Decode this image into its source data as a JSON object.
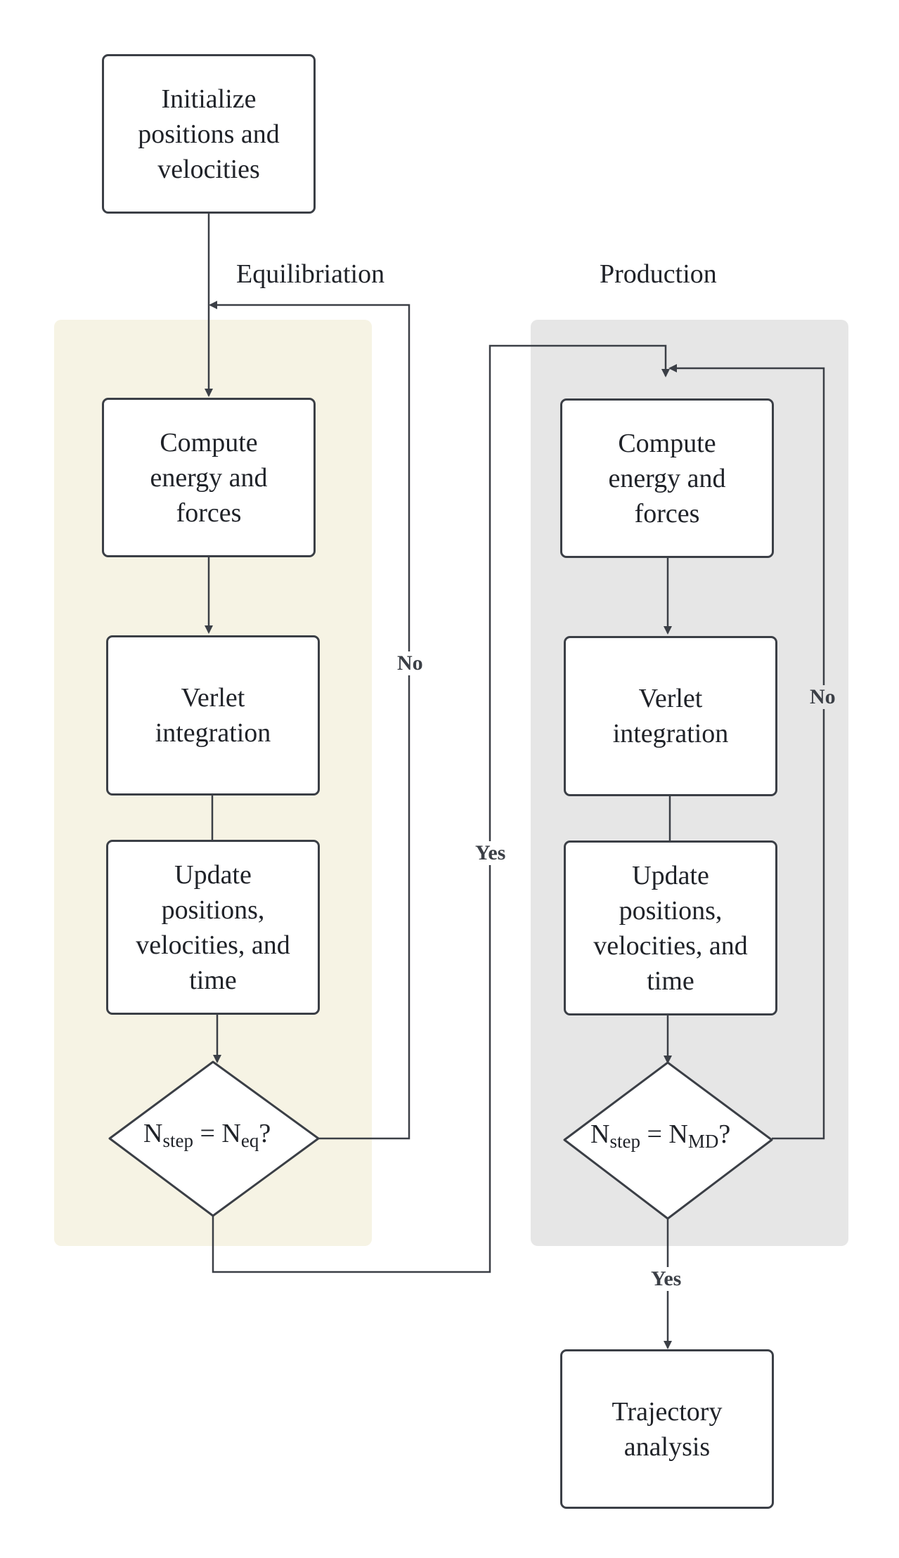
{
  "sections": {
    "equilibration": "Equilibriation",
    "production": "Production"
  },
  "nodes": {
    "init": "Initialize\npositions and\nvelocities",
    "eq_compute": "Compute\nenergy and\nforces",
    "eq_verlet": "Verlet\nintegration",
    "eq_update": "Update\npositions,\nvelocities, and\ntime",
    "md_compute": "Compute\nenergy and\nforces",
    "md_verlet": "Verlet\nintegration",
    "md_update": "Update\npositions,\nvelocities, and\ntime",
    "trajectory": "Trajectory\nanalysis"
  },
  "decisions": {
    "eq": {
      "symbol": "N",
      "lhs_sub": "step",
      "eq": " = ",
      "rhs_sub": "eq",
      "q": "?"
    },
    "md": {
      "symbol": "N",
      "lhs_sub": "step",
      "eq": " = ",
      "rhs_sub": "MD",
      "q": "?"
    }
  },
  "edges": {
    "eq_no": "No",
    "eq_yes": "Yes",
    "md_no": "No",
    "md_yes": "Yes"
  },
  "colors": {
    "equilibration_panel": "#f6f3e4",
    "production_panel": "#e6e6e6",
    "stroke": "#3b3f46"
  }
}
